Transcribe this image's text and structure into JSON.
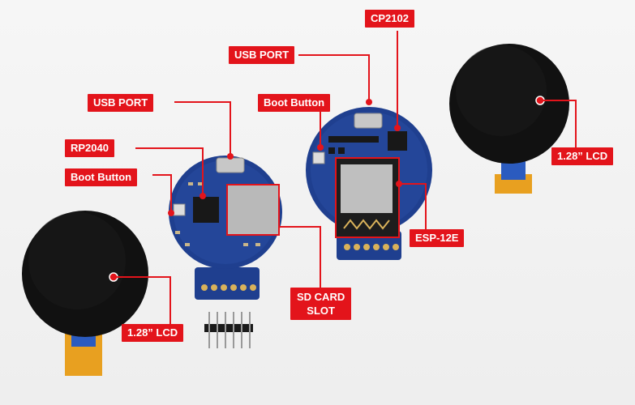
{
  "labels": {
    "cp2102": "CP2102",
    "usb_port_right": "USB PORT",
    "boot_button_right": "Boot Button",
    "usb_port_left": "USB PORT",
    "rp2040": "RP2040",
    "boot_button_left": "Boot Button",
    "lcd_right": "1.28” LCD",
    "esp12e": "ESP-12E",
    "sd_card_line1": "SD CARD",
    "sd_card_line2": "SLOT",
    "lcd_left": "1.28” LCD"
  },
  "colors": {
    "label_red": "#e3141b",
    "pcb_blue": "#1f3f8f",
    "display_black": "#111111",
    "flex_orange": "#e8a020"
  }
}
